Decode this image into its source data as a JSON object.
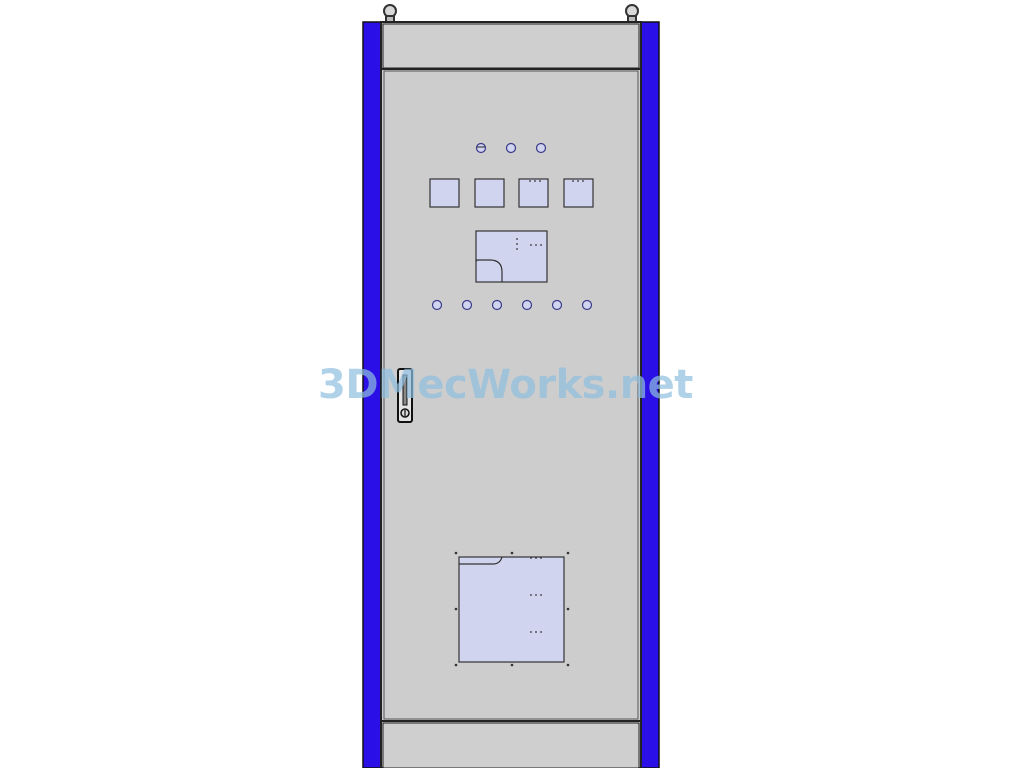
{
  "watermark": {
    "text": "3DMecWorks.net",
    "color": "#8fbfe0"
  },
  "colors": {
    "side_panel": "#2a10e6",
    "body": "#cfcfcf",
    "cutout": "#d0d4ee",
    "outline": "#222222",
    "lamp": "#3a3a8a"
  },
  "components": {
    "top_indicator_lamps": 3,
    "square_meters": 4,
    "bottom_indicator_lamps": 6,
    "lifting_eyes": 2
  }
}
